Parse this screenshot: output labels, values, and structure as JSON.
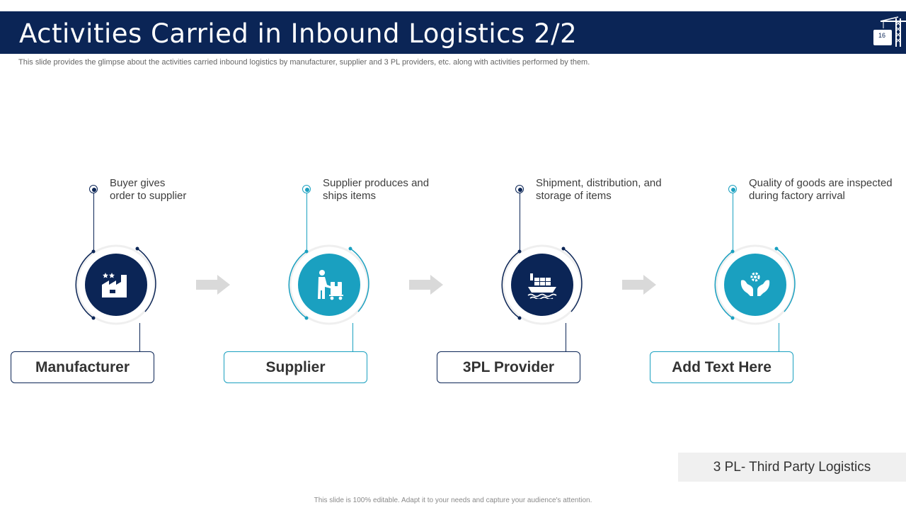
{
  "header": {
    "title": "Activities Carried in Inbound Logistics 2/2",
    "page_number": "16",
    "logo_icon": "crane-icon",
    "subtitle": "This slide provides the glimpse about the activities carried inbound logistics by manufacturer, supplier and 3 PL providers, etc. along with activities performed by them."
  },
  "colors": {
    "navy": "#0b2556",
    "teal": "#1aa0c0",
    "arrow_gray": "#d9d9d9"
  },
  "steps": [
    {
      "label": "Manufacturer",
      "description": "Buyer gives\norder to supplier",
      "icon": "factory-icon",
      "color": "navy"
    },
    {
      "label": "Supplier",
      "description": "Supplier produces and\nships items",
      "icon": "delivery-person-icon",
      "color": "teal"
    },
    {
      "label": "3PL Provider",
      "description": "Shipment, distribution, and\nstorage of items",
      "icon": "cargo-ship-icon",
      "color": "navy"
    },
    {
      "label": "Add Text Here",
      "description": "Quality of goods are inspected\nduring factory arrival",
      "icon": "hands-gear-icon",
      "color": "teal"
    }
  ],
  "legend": "3 PL- Third Party Logistics",
  "footer": "This slide is 100% editable. Adapt it to your needs and capture your audience's attention."
}
